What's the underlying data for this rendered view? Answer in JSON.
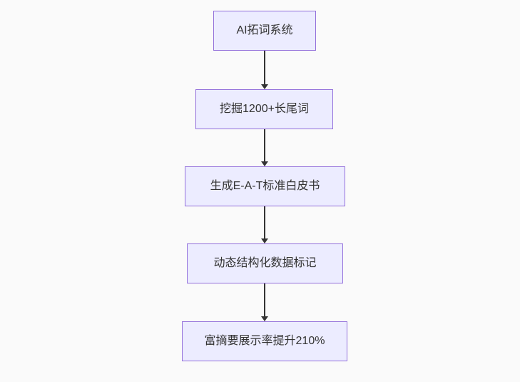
{
  "diagram": {
    "type": "flowchart-top-down",
    "colors": {
      "background": "#fafafa",
      "node-fill": "#ECECFF",
      "node-border": "#9370DB",
      "arrow-color": "#333333",
      "text-color": "#333333"
    },
    "nodes": [
      {
        "id": "A",
        "label": "AI拓词系统"
      },
      {
        "id": "B",
        "label": "挖掘1200+长尾词"
      },
      {
        "id": "C",
        "label": "生成E-A-T标准白皮书"
      },
      {
        "id": "D",
        "label": "动态结构化数据标记"
      },
      {
        "id": "E",
        "label": "富摘要展示率提升210%"
      }
    ],
    "edges": [
      {
        "from": "A",
        "to": "B"
      },
      {
        "from": "B",
        "to": "C"
      },
      {
        "from": "C",
        "to": "D"
      },
      {
        "from": "D",
        "to": "E"
      }
    ]
  }
}
